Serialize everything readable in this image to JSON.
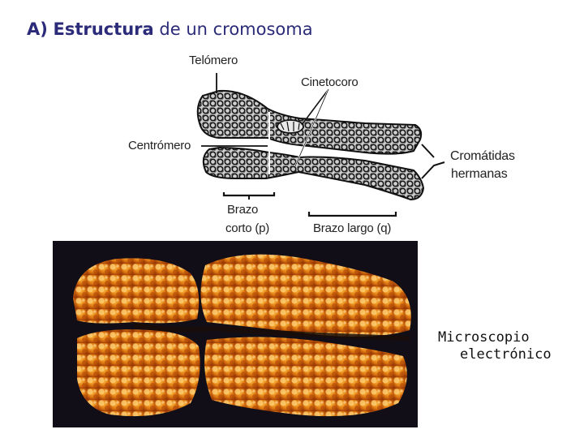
{
  "heading": {
    "prefix": "A)",
    "bold": "Estructura",
    "rest": "de un cromosoma"
  },
  "labels": {
    "telomere": "Telómero",
    "kinetochore": "Cinetocoro",
    "centromere": "Centrómero",
    "sister_chromatids_1": "Cromátidas",
    "sister_chromatids_2": "hermanas",
    "short_arm_1": "Brazo",
    "short_arm_2": "corto (p)",
    "long_arm": "Brazo largo (q)"
  },
  "photo_caption": {
    "line1": "Microscopio",
    "line2": "electrónico"
  }
}
